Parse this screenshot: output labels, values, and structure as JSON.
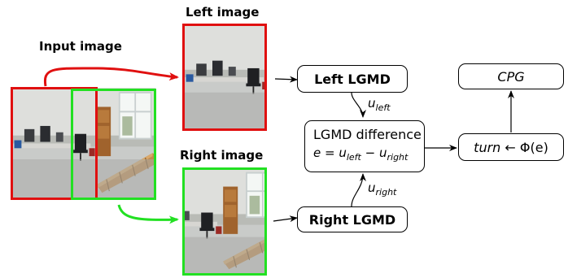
{
  "labels": {
    "input_image": "Input image",
    "left_image": "Left image",
    "right_image": "Right image"
  },
  "boxes": {
    "left_lgmd": "Left LGMD",
    "right_lgmd": "Right LGMD",
    "diff_title": "LGMD difference",
    "diff_eq": {
      "lhs": "e",
      "eq": " = ",
      "u1": "u",
      "u1_sub": "left",
      "minus": " − ",
      "u2": "u",
      "u2_sub": "right"
    },
    "turn": {
      "word": "turn",
      "arrow": " ← ",
      "func": "Φ(e)"
    },
    "cpg": "CPG"
  },
  "edge_labels": {
    "u_left": {
      "base": "u",
      "sub": "left"
    },
    "u_right": {
      "base": "u",
      "sub": "right"
    }
  },
  "colors": {
    "left_highlight": "#e01010",
    "right_highlight": "#22e022"
  },
  "icons": [
    "room-photo-icon"
  ]
}
